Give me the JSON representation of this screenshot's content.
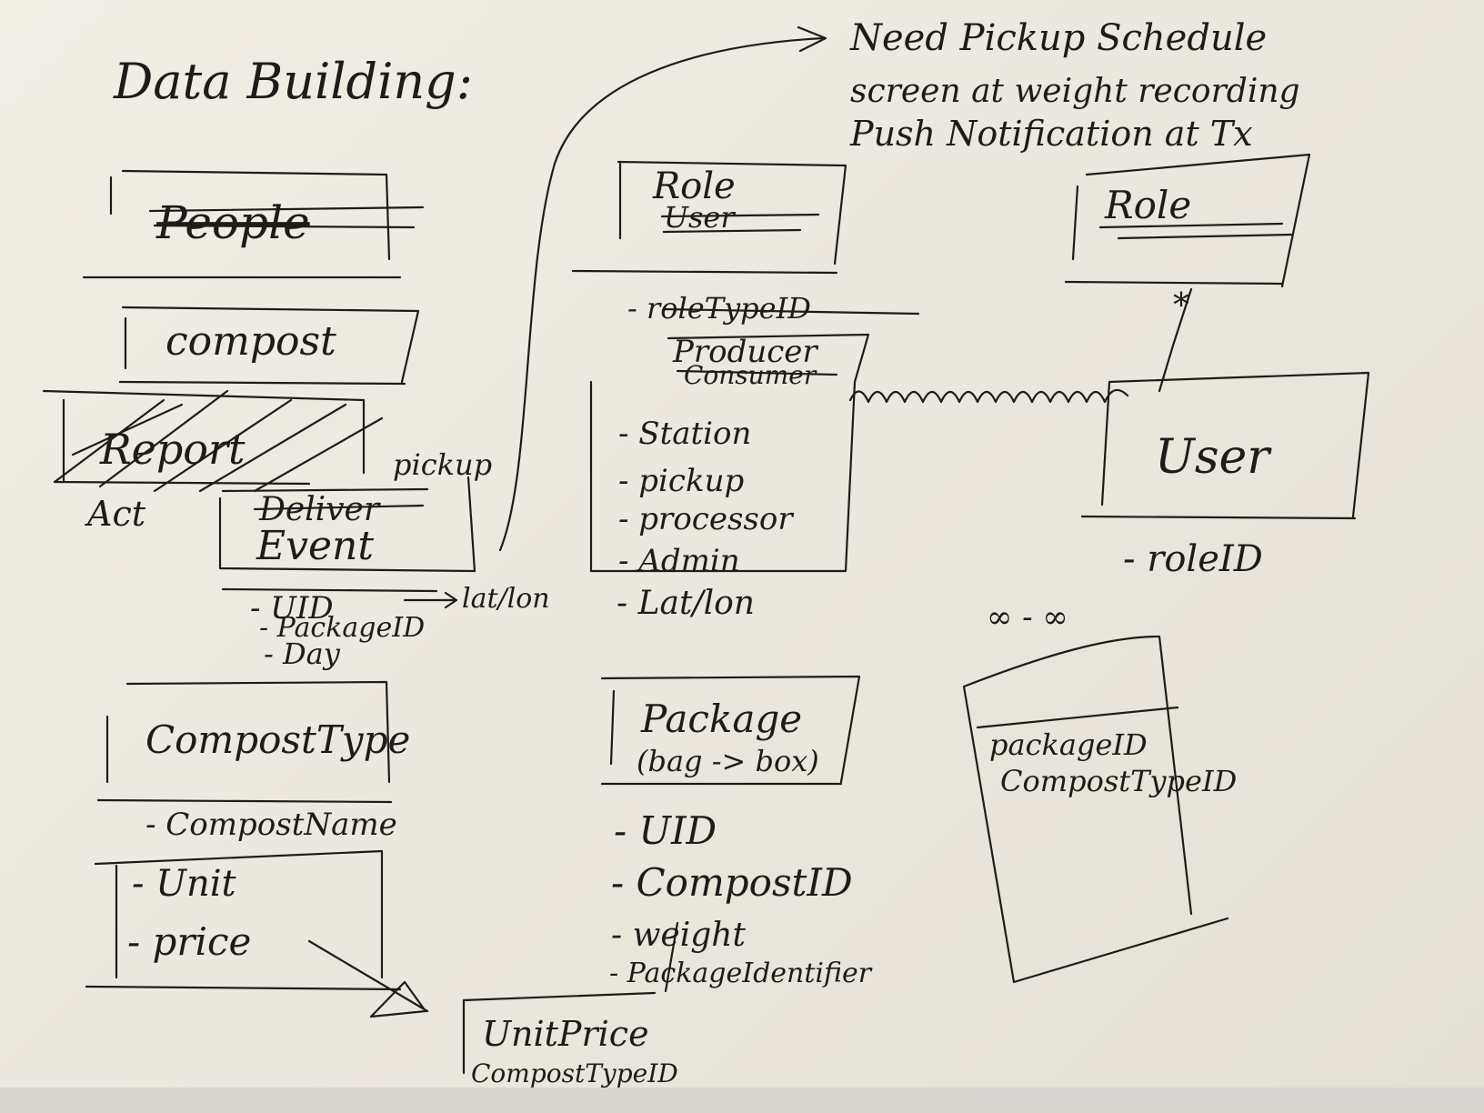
{
  "title": "Data Building:",
  "note": {
    "line1": "Need Pickup Schedule",
    "line2": "screen at weight recording",
    "line3": "Push Notification at Tx"
  },
  "people": {
    "title": "People"
  },
  "compost": {
    "title": "compost"
  },
  "event_box": {
    "struck_title": "Deliver",
    "pickup_label": "pickup",
    "title": "Event",
    "act_label": "Act",
    "scribble_label": "Report",
    "fields": [
      "- UID",
      "- PackageID",
      "- Day"
    ],
    "uid_arrow_label": "lat/lon"
  },
  "compost_type": {
    "title": "CompostType",
    "field": "- CompostName",
    "sub_fields": [
      "- Unit",
      "- price"
    ]
  },
  "unit_price": {
    "title": "UnitPrice",
    "field": "CompostTypeID"
  },
  "role_user": {
    "title": "Role",
    "struck_title": "User",
    "fields": [
      {
        "label": "- roleTypeID",
        "struck": true
      },
      {
        "label": "Producer",
        "struck": false
      },
      {
        "label": "Consumer",
        "struck": true
      },
      {
        "label": "- Station",
        "struck": false
      },
      {
        "label": "- pickup",
        "struck": false
      },
      {
        "label": "- processor",
        "struck": false
      },
      {
        "label": "- Admin",
        "struck": false
      },
      {
        "label": "- Lat/lon",
        "struck": false
      }
    ]
  },
  "role": {
    "title": "Role"
  },
  "user": {
    "title": "User",
    "field": "- roleID"
  },
  "package": {
    "title": "Package",
    "subtitle": "(bag -> box)",
    "fields": [
      "- UID",
      "- CompostID",
      "- weight",
      "- PackageIdentifier"
    ]
  },
  "many_to_many": {
    "label": "∞ - ∞",
    "fields": [
      "packageID",
      "CompostTypeID"
    ]
  },
  "relation_marker": "*"
}
